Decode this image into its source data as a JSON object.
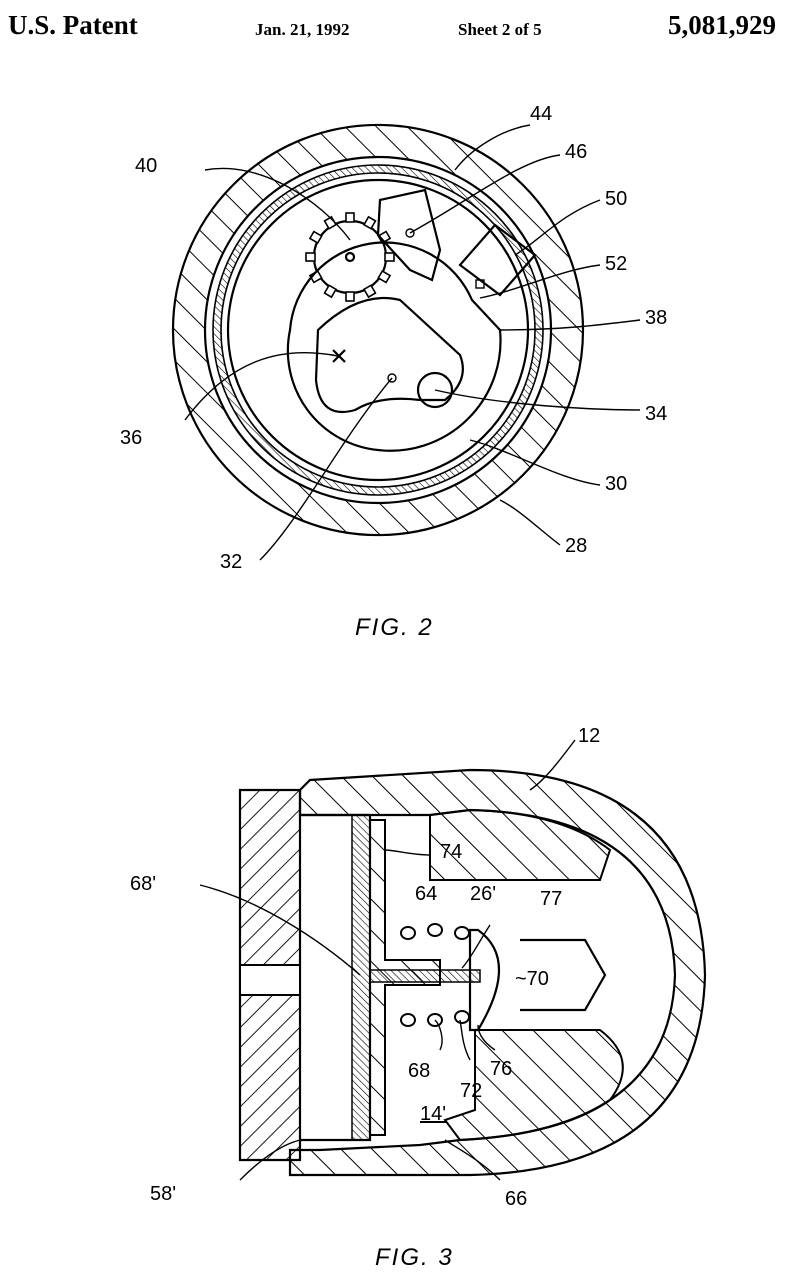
{
  "header": {
    "title": "U.S. Patent",
    "date": "Jan. 21, 1992",
    "sheet": "Sheet 2 of 5",
    "patent_number": "5,081,929"
  },
  "fig2": {
    "caption": "FIG. 2",
    "labels": {
      "l44": "44",
      "l46": "46",
      "l40": "40",
      "l50": "50",
      "l52": "52",
      "l38": "38",
      "l36": "36",
      "l34": "34",
      "l30": "30",
      "l32": "32",
      "l28": "28"
    }
  },
  "fig3": {
    "caption": "FIG. 3",
    "labels": {
      "l12": "12",
      "l74": "74",
      "l68p": "68'",
      "l64": "64",
      "l26p": "26'",
      "l77": "77",
      "l70": "~70",
      "l68": "68",
      "l72": "72",
      "l76": "76",
      "l14p": "14'",
      "l58p": "58'",
      "l66": "66"
    }
  }
}
